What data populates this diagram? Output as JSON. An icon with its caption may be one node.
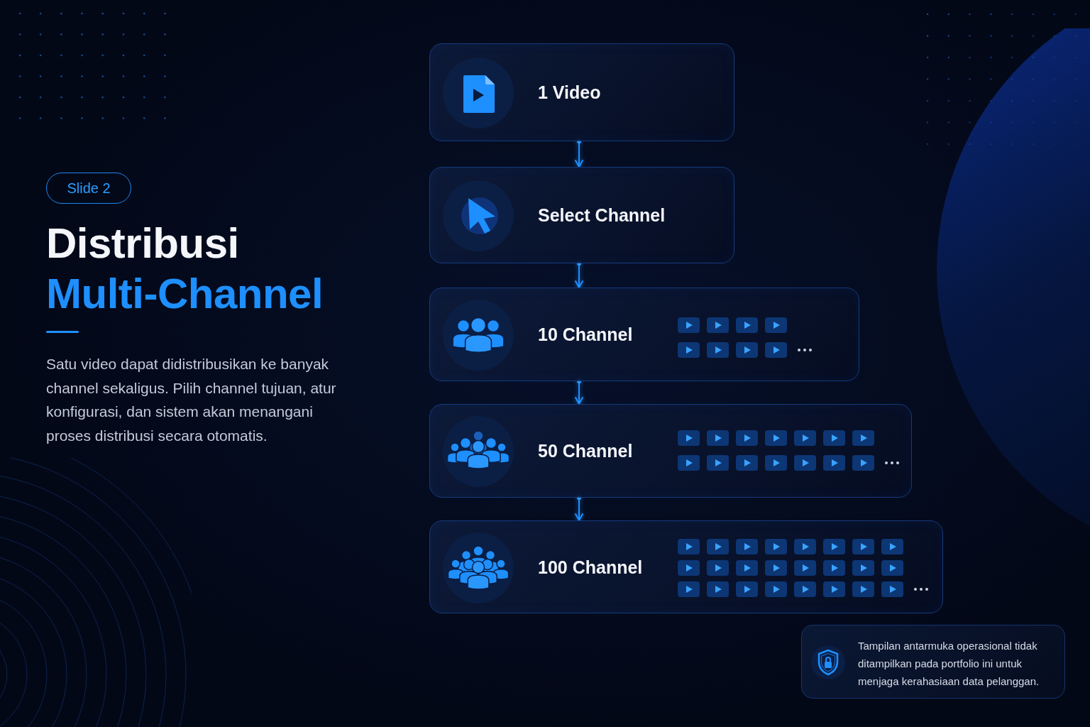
{
  "diagram": {
    "title": "Distribusi Multi-Channel",
    "nodes": [
      {
        "text": [
          "Slide 2"
        ]
      },
      {
        "text": [
          "1 Video"
        ]
      },
      {
        "text": [
          "Select Channel"
        ]
      },
      {
        "text": [
          "10 Channel"
        ]
      },
      {
        "text": [
          "50 Channel"
        ]
      },
      {
        "text": [
          "100 Channel"
        ]
      },
      {
        "text": [
          "Tampilan antarmuka operasional tidak ditampilkan pada portfolio ini untuk menjaga kerahasiaan data pelanggan."
        ]
      }
    ],
    "edges": [
      {
        "from": 1,
        "to": 2,
        "arrow": "to"
      },
      {
        "from": 2,
        "to": 3,
        "arrow": "to"
      },
      {
        "from": 3,
        "to": 4,
        "arrow": "to"
      },
      {
        "from": 4,
        "to": 5,
        "arrow": "to"
      }
    ],
    "labels": [
      "Satu video dapat didistribusikan ke banyak channel sekaligus. Pilih channel tujuan, atur konfigurasi, dan sistem akan menangani proses distribusi secara otomatis."
    ]
  }
}
